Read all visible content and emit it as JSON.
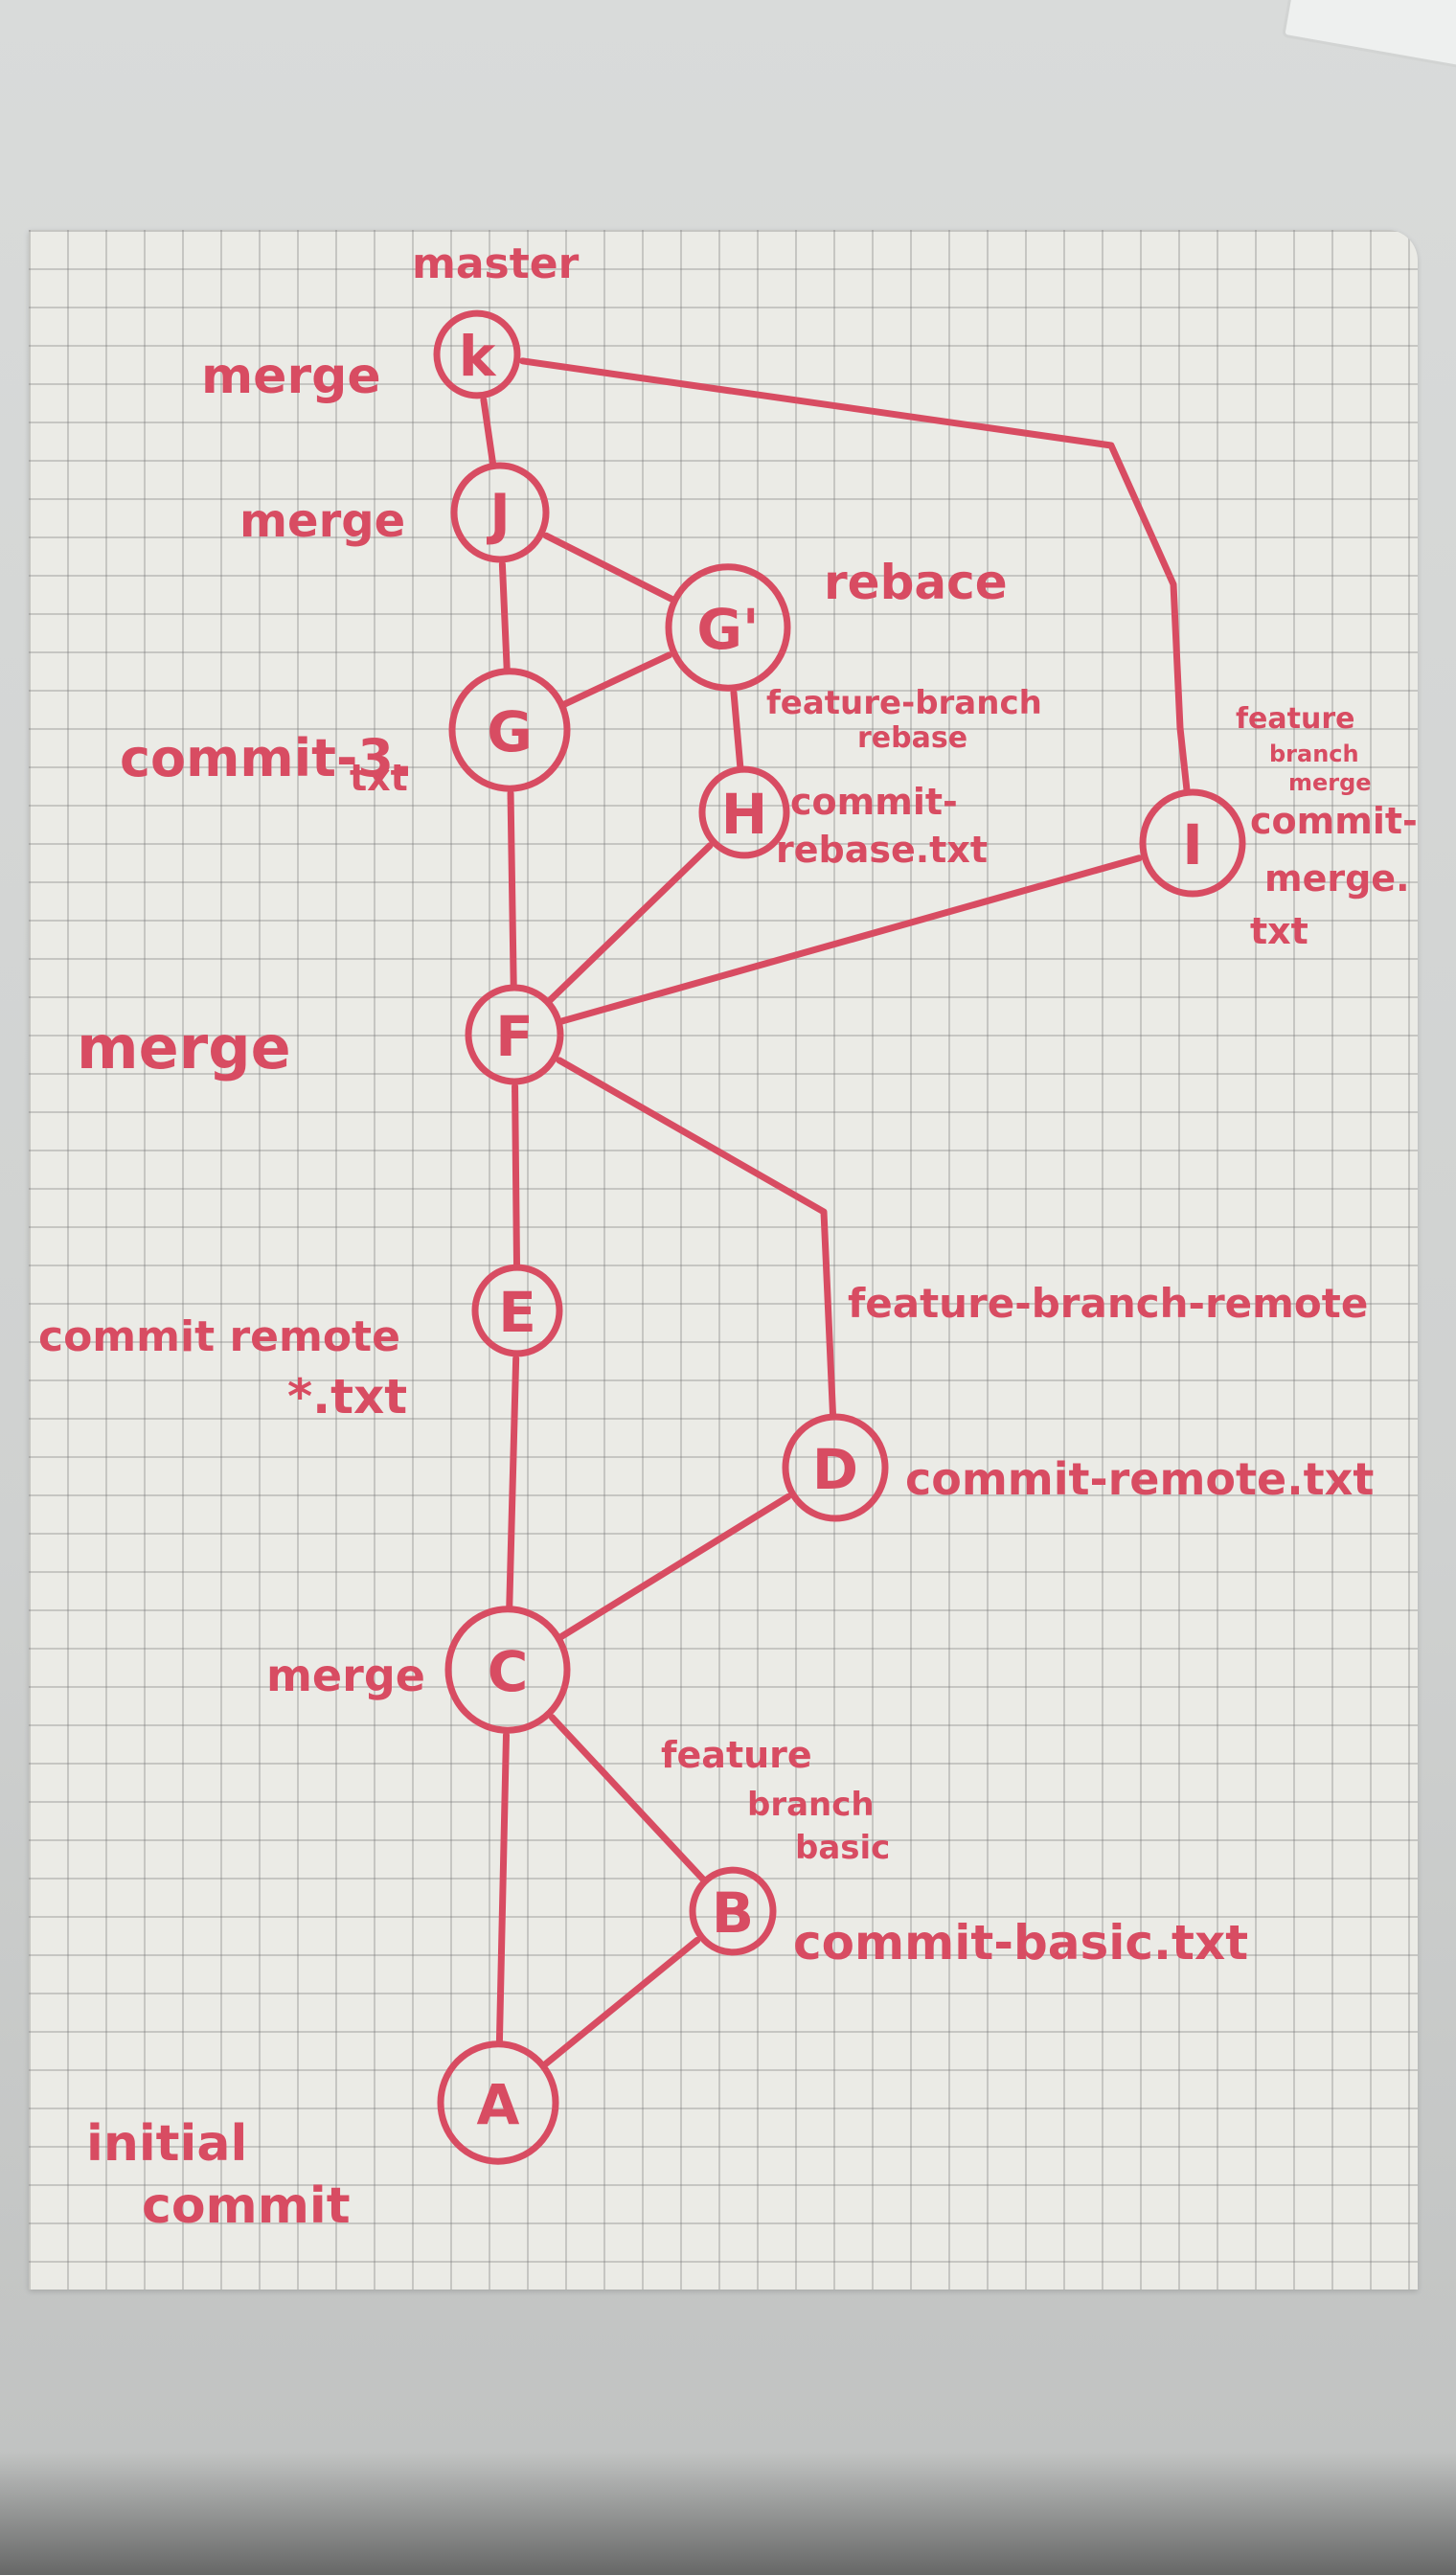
{
  "colors": {
    "ink": "#d84c62",
    "paper": "#ebebe6",
    "grid": "#9a9a9a"
  },
  "diagram": {
    "nodes": [
      {
        "id": "A",
        "label": "A"
      },
      {
        "id": "B",
        "label": "B"
      },
      {
        "id": "C",
        "label": "C"
      },
      {
        "id": "D",
        "label": "D"
      },
      {
        "id": "E",
        "label": "E"
      },
      {
        "id": "F",
        "label": "F"
      },
      {
        "id": "G",
        "label": "G"
      },
      {
        "id": "H",
        "label": "H"
      },
      {
        "id": "I",
        "label": "I"
      },
      {
        "id": "G2",
        "label": "G'"
      },
      {
        "id": "J",
        "label": "J"
      },
      {
        "id": "K",
        "label": "k"
      }
    ],
    "edges": [
      {
        "from": "A",
        "to": "C"
      },
      {
        "from": "A",
        "to": "B"
      },
      {
        "from": "B",
        "to": "C"
      },
      {
        "from": "C",
        "to": "E"
      },
      {
        "from": "C",
        "to": "D"
      },
      {
        "from": "E",
        "to": "F"
      },
      {
        "from": "D",
        "to": "F"
      },
      {
        "from": "F",
        "to": "G"
      },
      {
        "from": "F",
        "to": "H"
      },
      {
        "from": "F",
        "to": "I"
      },
      {
        "from": "G",
        "to": "G2"
      },
      {
        "from": "G",
        "to": "J"
      },
      {
        "from": "G2",
        "to": "J"
      },
      {
        "from": "H",
        "to": "G2"
      },
      {
        "from": "J",
        "to": "K"
      },
      {
        "from": "I",
        "to": "K"
      }
    ],
    "annotations": {
      "master": "master",
      "merge_k": "merge",
      "merge_j": "merge",
      "rebase": "rebace",
      "commit3_line1": "commit-3.",
      "commit3_line2": "txt",
      "feature_rebase_line1": "feature-branch",
      "feature_rebase_line2": "rebase",
      "commit_rebase_line1": "commit-",
      "commit_rebase_line2": "rebase.txt",
      "feature_merge_line1": "feature",
      "feature_merge_line2": "branch",
      "feature_merge_line3": "merge",
      "commit_merge_line1": "commit-",
      "commit_merge_line2": "merge.",
      "commit_merge_line3": "txt",
      "merge_f": "merge",
      "feature_remote": "feature-branch-remote",
      "commit_remote_e_line1": "commit remote",
      "commit_remote_e_line2": "*.txt",
      "commit_remote_d": "commit-remote.txt",
      "merge_c": "merge",
      "feature_basic_line1": "feature",
      "feature_basic_line2": "branch",
      "feature_basic_line3": "basic",
      "commit_basic": "commit-basic.txt",
      "initial_line1": "initial",
      "initial_line2": "commit"
    }
  }
}
